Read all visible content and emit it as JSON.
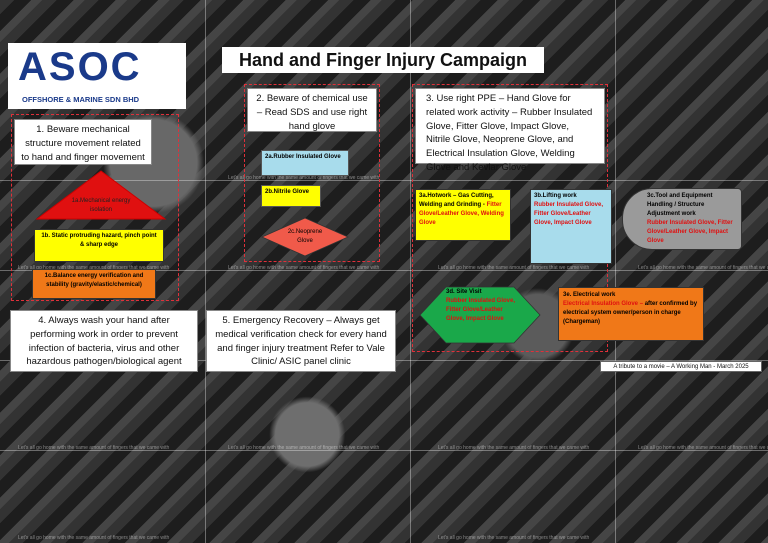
{
  "title": "Hand and Finger Injury Campaign",
  "logo": {
    "main": "ASOC",
    "sub": "OFFSHORE & MARINE SDN BHD"
  },
  "watermark": "Let's all go home with the same amount of fingers that we came with",
  "sections": {
    "s1": "1. Beware mechanical structure movement related to hand and finger movement",
    "s1a": "1a.Mechanical energy isolation",
    "s1b": "1b. Static protruding hazard, pinch point & sharp edge",
    "s1c": "1c.Balance energy verification and stability (gravity/elastic/chemical)",
    "s2": "2. Beware of chemical use – Read SDS and use right hand glove",
    "s2a": "2a.Rubber Insulated Glove",
    "s2b": "2b.Nitrile Glove",
    "s2c": "2c.Neoprene Glove",
    "s3": "3. Use right PPE – Hand Glove for related work activity – Rubber Insulated Glove, Fitter Glove, Impact Glove, Nitrile Glove, Neoprene Glove, and Electrical Insulation Glove, Welding Glove and Kevlar Glove",
    "s3a_title": "3a.Hotwork – Gas Cutting, Welding and Grinding -",
    "s3a_gloves": "Fitter Glove/Leather Glove, Welding Glove",
    "s3b_title": "3b.Lifting work",
    "s3b_gloves": "Rubber Insulated Glove, Fitter Glove/Leather Glove, Impact Glove",
    "s3c_title": "3c.Tool and Equipment Handling / Structure Adjustment work",
    "s3c_gloves": "Rubber Insulated Glove, Fitter Glove/Leather Glove, Impact Glove",
    "s3d_title": "3d. Site Visit",
    "s3d_gloves": "Rubber Insulated Glove, Fitter Glove/Leather Glove, Impact Glove",
    "s3e_title": "3e. Electrical work",
    "s3e_red": "Electrical Insulation Glove –",
    "s3e_rest": "after confirmed by electrical system owner/person in charge (Chargeman)",
    "s4": "4. Always wash your hand after performing work in order to prevent infection of bacteria, virus and other hazardous pathogen/biological agent",
    "s5": "5. Emergency Recovery – Always get medical verification check for every hand and finger injury treatment Refer to Vale Clinic/ ASIC panel clinic",
    "tribute": "A tribute to a movie – A Working Man - March 2025"
  },
  "colors": {
    "red": "#e01010",
    "yellow": "#ffff00",
    "cyan": "#a8dcec",
    "orange": "#f07818",
    "green": "#1aa84a",
    "gray": "#9a9a9a",
    "logo_blue": "#1a3a8a"
  }
}
